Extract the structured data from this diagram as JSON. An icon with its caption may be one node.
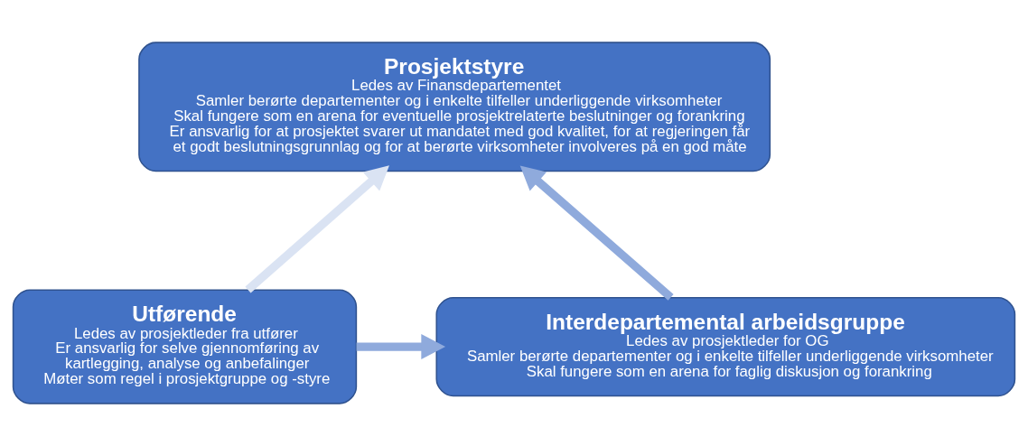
{
  "diagram": {
    "nodes": [
      {
        "text": [
          "Prosjektstyre",
          "Ledes av Finansdepartementet",
          "Samler berørte departementer og i enkelte tilfeller underliggende virksomheter",
          "Skal fungere som en arena for eventuelle prosjektrelaterte beslutninger og forankring",
          "Er ansvarlig for at prosjektet svarer ut mandatet med god kvalitet, for at regjeringen får et godt beslutningsgrunnlag og for at berørte virksomheter involveres på en god måte"
        ]
      },
      {
        "text": [
          "Utførende",
          "Ledes av prosjektleder fra utfører",
          "Er ansvarlig for selve gjennomføring av kartlegging, analyse og anbefalinger",
          "Møter som regel i prosjektgruppe og -styre"
        ]
      },
      {
        "text": [
          "Interdepartemental arbeidsgruppe",
          "Ledes av prosjektleder for OG",
          "Samler berørte departementer og i enkelte tilfeller underliggende virksomheter",
          "Skal fungere som en arena for faglig diskusjon og forankring"
        ]
      }
    ],
    "edges": [
      {
        "from": 1,
        "to": 2,
        "arrow": "to"
      },
      {
        "from": 2,
        "to": 0,
        "arrow": "to"
      },
      {
        "from": 1,
        "to": 0,
        "arrow": "to",
        "color": "#dae3f3"
      }
    ]
  }
}
